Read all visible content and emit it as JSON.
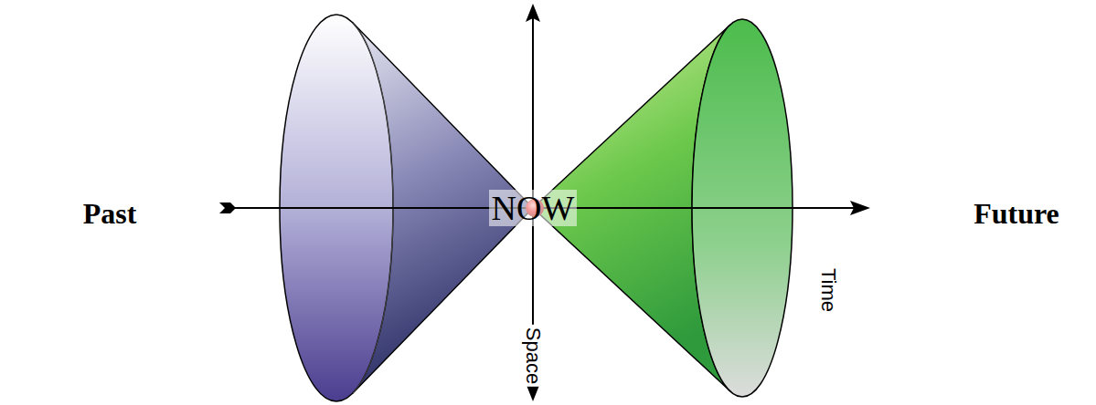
{
  "diagram": {
    "labels": [
      "Past",
      "NOW",
      "Future",
      "Time",
      "Space"
    ]
  }
}
